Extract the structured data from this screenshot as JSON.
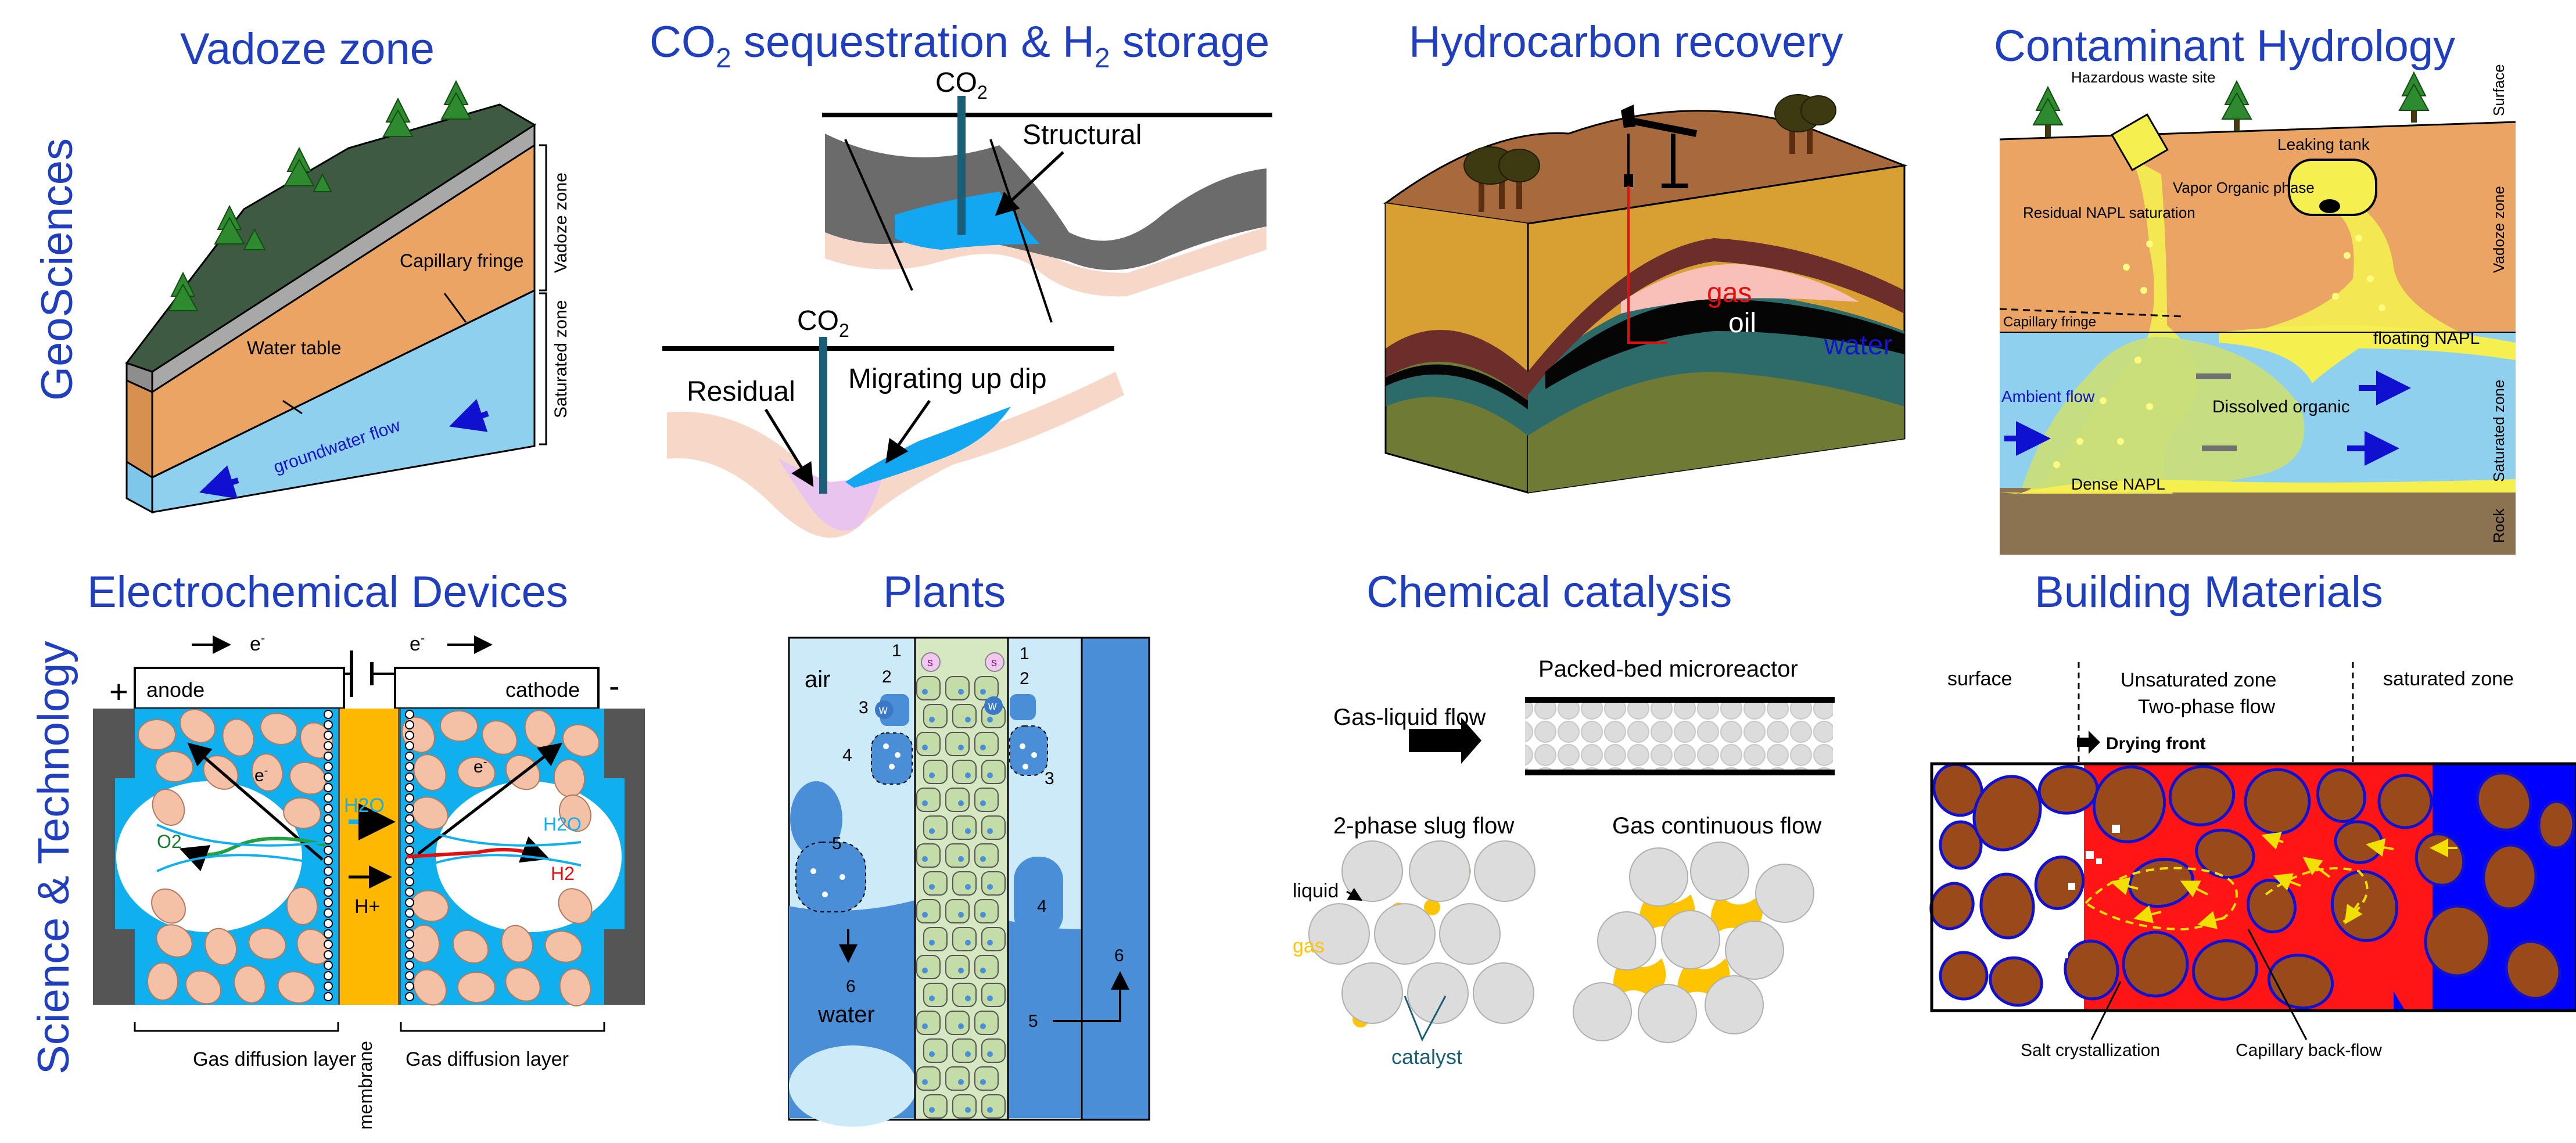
{
  "row_labels": {
    "top": "GeoSciences",
    "bottom": "Science & Technology"
  },
  "colors": {
    "title_blue": "#1f3fbf",
    "water": "#8fd0ef",
    "soil": "#eaa564",
    "gas_yellow": "#ffd200",
    "clay": "#9a4a1a",
    "pink": "#f4c0a6"
  },
  "panels": {
    "vadoze": {
      "title": "Vadoze zone",
      "capillary_fringe": "Capillary fringe",
      "water_table": "Water table",
      "groundwater_flow": "groundwater flow",
      "vadoze_zone": "Vadoze zone",
      "saturated_zone": "Saturated zone"
    },
    "co2": {
      "title_main": "CO",
      "title_sub": "2",
      "title_mid": " sequestration & H",
      "title_sub2": "2",
      "title_end": " storage",
      "co2_top": "CO",
      "co2_top_sub": "2",
      "structural": "Structural",
      "co2_bottom": "CO",
      "co2_bottom_sub": "2",
      "residual": "Residual",
      "migrating": "Migrating up dip"
    },
    "hydrocarbon": {
      "title": "Hydrocarbon recovery",
      "gas": "gas",
      "oil": "oil",
      "water": "water"
    },
    "contaminant": {
      "title": "Contaminant Hydrology",
      "hazardous_site": "Hazardous waste site",
      "leaking_tank": "Leaking tank",
      "vapor_phase": "Vapor Organic phase",
      "residual_napl": "Residual NAPL saturation",
      "capillary_fringe": "Capillary fringe",
      "floating_napl": "floating NAPL",
      "ambient_flow": "Ambient flow",
      "dissolved_organic": "Dissolved organic",
      "dense_napl": "Dense NAPL",
      "surface": "Surface",
      "vadoze_zone": "Vadoze zone",
      "saturated_zone": "Saturated zone",
      "rock": "Rock"
    },
    "electro": {
      "title": "Electrochemical Devices",
      "e_left": "e",
      "e_right": "e",
      "anode": "anode",
      "cathode": "cathode",
      "plus": "+",
      "minus": "-",
      "h2o_left": "H2O",
      "h2o_right": "H2O",
      "o2": "O2",
      "h2o_mid": "H2O",
      "h2o_low": "H2O",
      "h_plus": "H+",
      "h2o_cath": "H2O",
      "h2": "H2",
      "gdl_left": "Gas diffusion layer",
      "membrane": "membrane",
      "gdl_right": "Gas diffusion layer"
    },
    "plants": {
      "title": "Plants",
      "air": "air",
      "water": "water",
      "n1": "1",
      "n2": "2",
      "n3": "3",
      "n4": "4",
      "n5": "5",
      "n6": "6",
      "s": "s",
      "w": "w"
    },
    "catalysis": {
      "title": "Chemical catalysis",
      "packed_bed": "Packed-bed microreactor",
      "gas_liquid_flow": "Gas-liquid flow",
      "slug_flow": "2-phase slug flow",
      "gas_continuous": "Gas continuous flow",
      "liquid": "liquid",
      "gas": "gas",
      "catalyst": "catalyst"
    },
    "building": {
      "title": "Building Materials",
      "surface": "surface",
      "unsaturated": "Unsaturated zone",
      "two_phase": "Two-phase flow",
      "saturated": "saturated zone",
      "drying_front": "Drying front",
      "salt": "Salt crystallization",
      "backflow": "Capillary back-flow"
    }
  }
}
